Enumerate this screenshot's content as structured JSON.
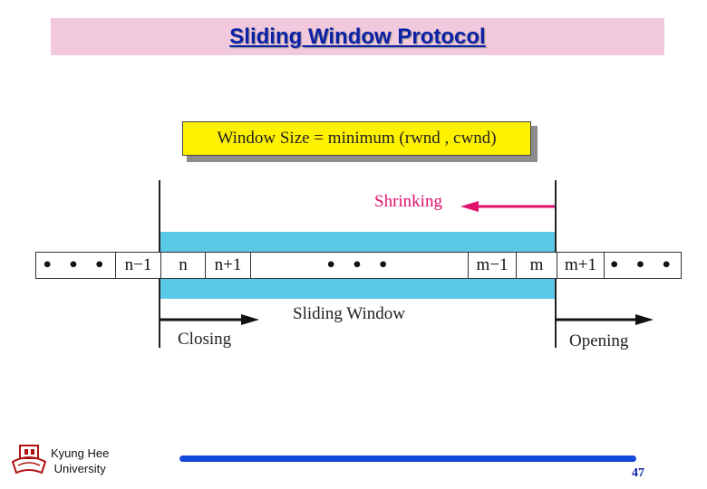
{
  "title": "Sliding Window Protocol",
  "formula": "Window Size = minimum (rwnd , cwnd)",
  "labels": {
    "shrinking": "Shrinking",
    "sliding_window": "Sliding Window",
    "closing": "Closing",
    "opening": "Opening"
  },
  "sequence": [
    "• • •",
    "n−1",
    "n",
    "n+1",
    "• • •",
    "m−1",
    "m",
    "m+1",
    "• • •"
  ],
  "footer": {
    "university_line1": "Kyung Hee",
    "university_line2": "University",
    "page_number": "47"
  },
  "colors": {
    "title_bar": "#f2c9dc",
    "title_text": "#0b21a6",
    "formula_box": "#fff200",
    "window_band": "#5bc8e8",
    "shrinking": "#e0106e",
    "footer_line": "#1448d8"
  }
}
